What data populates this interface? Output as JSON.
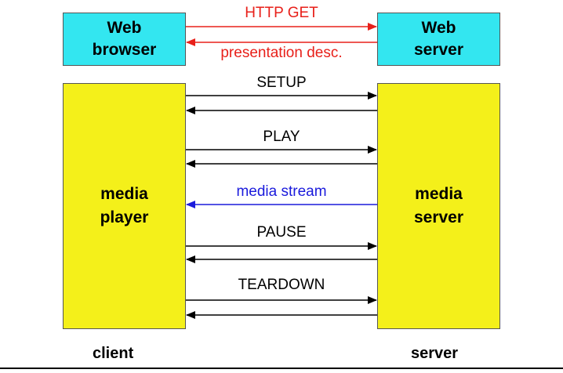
{
  "boxes": {
    "web_browser": "Web\nbrowser",
    "web_server": "Web\nserver",
    "media_player": "media\nplayer",
    "media_server": "media\nserver"
  },
  "messages": {
    "http_get": "HTTP GET",
    "presentation_desc": "presentation desc.",
    "setup": "SETUP",
    "play": "PLAY",
    "media_stream": "media stream",
    "pause": "PAUSE",
    "teardown": "TEARDOWN"
  },
  "labels": {
    "client": "client",
    "server": "server"
  },
  "colors": {
    "cyan_box": "#33e6f0",
    "yellow_box": "#f4f01a",
    "http_red": "#e8201a",
    "stream_blue": "#1a1adc",
    "rtsp_black": "#000000"
  }
}
